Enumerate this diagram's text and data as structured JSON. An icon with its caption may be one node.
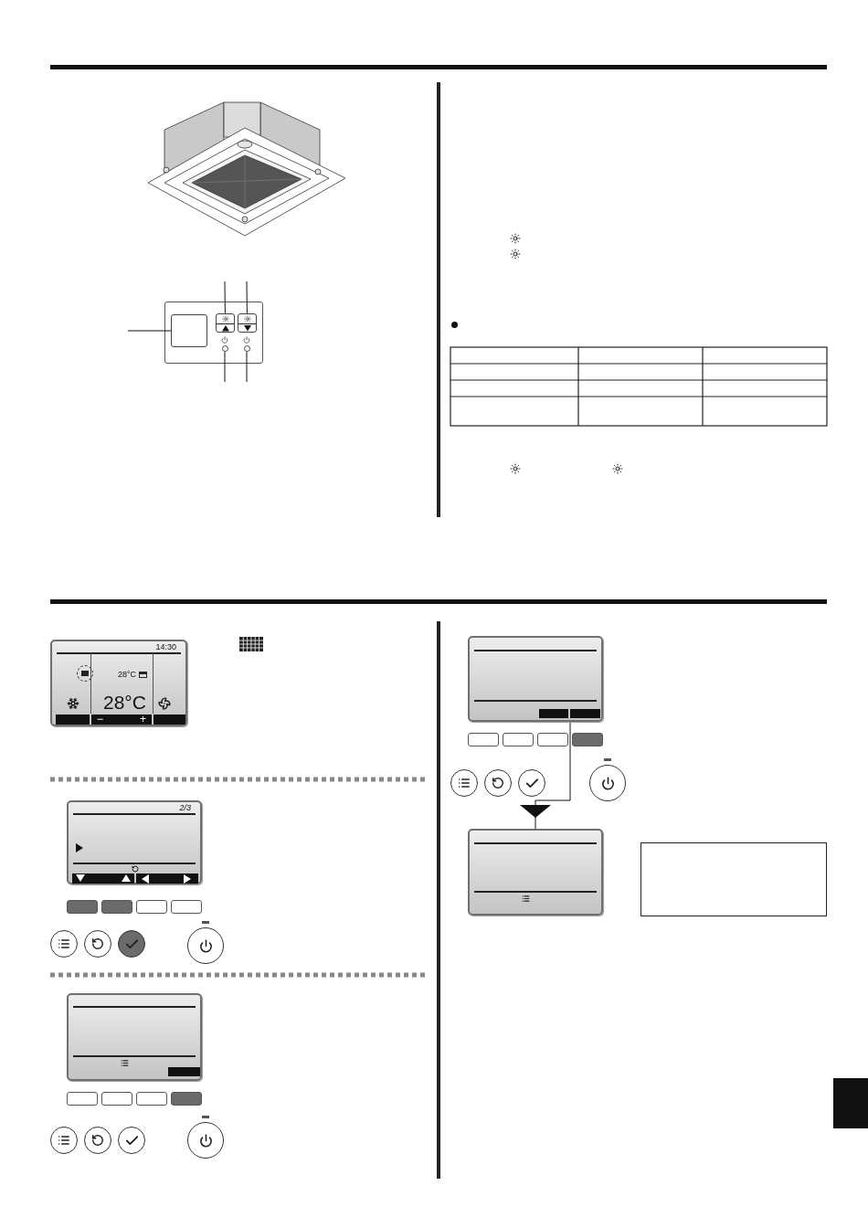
{
  "diagram": {
    "nodes": [
      {
        "text": [],
        "shape": "box"
      },
      {
        "text": [],
        "shape": "box"
      },
      {
        "text": [],
        "shape": "box"
      },
      {
        "text": [],
        "shape": "circle"
      },
      {
        "text": [],
        "shape": "circle"
      },
      {
        "text": [
          "14:30",
          "28°C",
          "28°C",
          "−",
          "+"
        ]
      },
      {
        "text": [
          "2/3"
        ]
      },
      {
        "text": [],
        "shape": "box"
      },
      {
        "text": [],
        "shape": "box"
      },
      {
        "text": [],
        "shape": "box"
      },
      {
        "text": [],
        "shape": "box"
      }
    ],
    "edges": [
      {
        "from": null,
        "to": 0,
        "arrow": "none"
      },
      {
        "from": null,
        "to": 1,
        "arrow": "none"
      },
      {
        "from": null,
        "to": 2,
        "arrow": "none"
      },
      {
        "from": null,
        "to": 3,
        "arrow": "none"
      },
      {
        "from": null,
        "to": 4,
        "arrow": "none"
      },
      {
        "from": 8,
        "to": 9,
        "arrow": "to"
      }
    ]
  }
}
